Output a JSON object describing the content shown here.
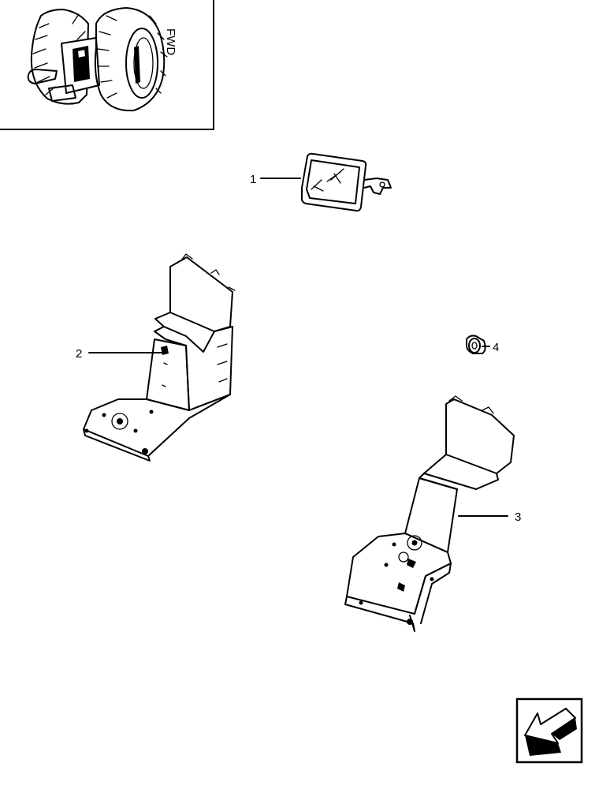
{
  "inset": {
    "label": "FWD",
    "icon": "tractor-wheel-inset"
  },
  "callouts": [
    {
      "number": "1",
      "part": "mirror"
    },
    {
      "number": "2",
      "part": "left-side-panel"
    },
    {
      "number": "3",
      "part": "right-side-panel"
    },
    {
      "number": "4",
      "part": "spacer"
    }
  ],
  "nav": {
    "icon": "arrow-back-icon"
  }
}
